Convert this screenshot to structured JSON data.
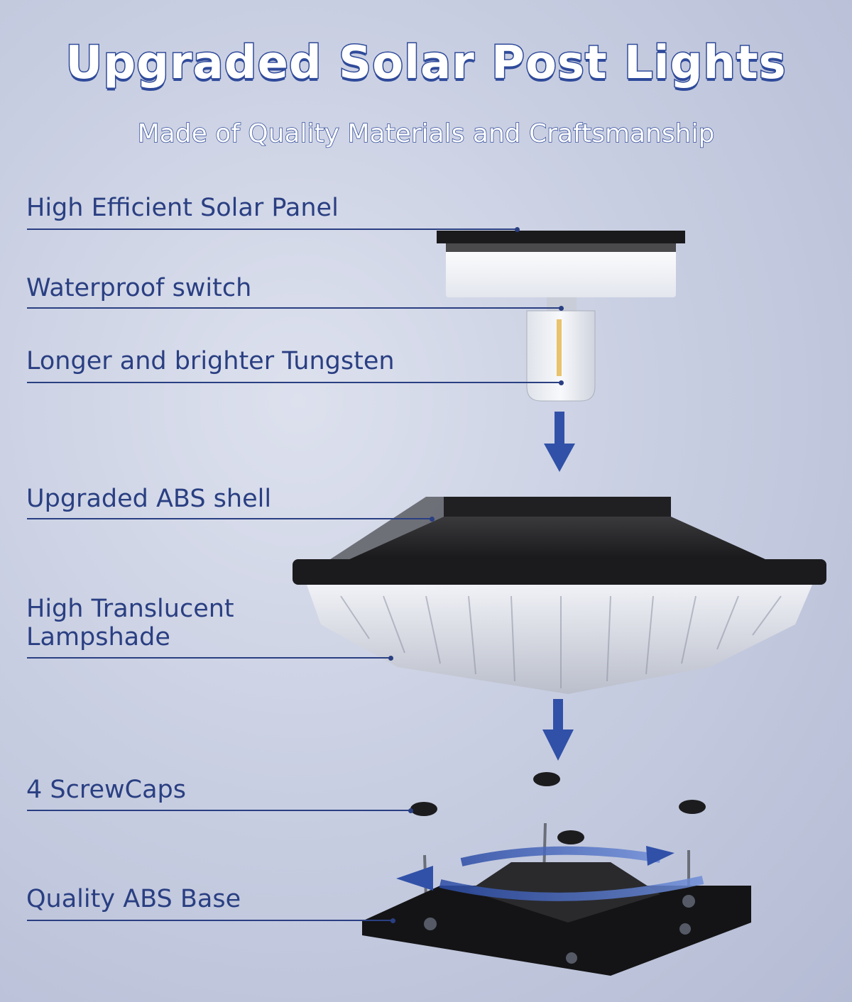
{
  "title": "Upgraded Solar Post Lights",
  "subtitle": "Made of Quality Materials and Craftsmanship",
  "callouts": [
    "High Efficient Solar Panel",
    "Waterproof switch",
    "Longer and brighter Tungsten",
    "Upgraded ABS shell",
    "High Translucent",
    "Lampshade",
    "4 ScrewCaps",
    "Quality ABS Base"
  ],
  "colors": {
    "accent": "#2f4a9a",
    "label": "#2a3f82",
    "arrow": "#3151a8",
    "product": "#1c1c1e"
  },
  "icons": [
    "down-arrow-icon",
    "rotate-arrows-icon"
  ]
}
